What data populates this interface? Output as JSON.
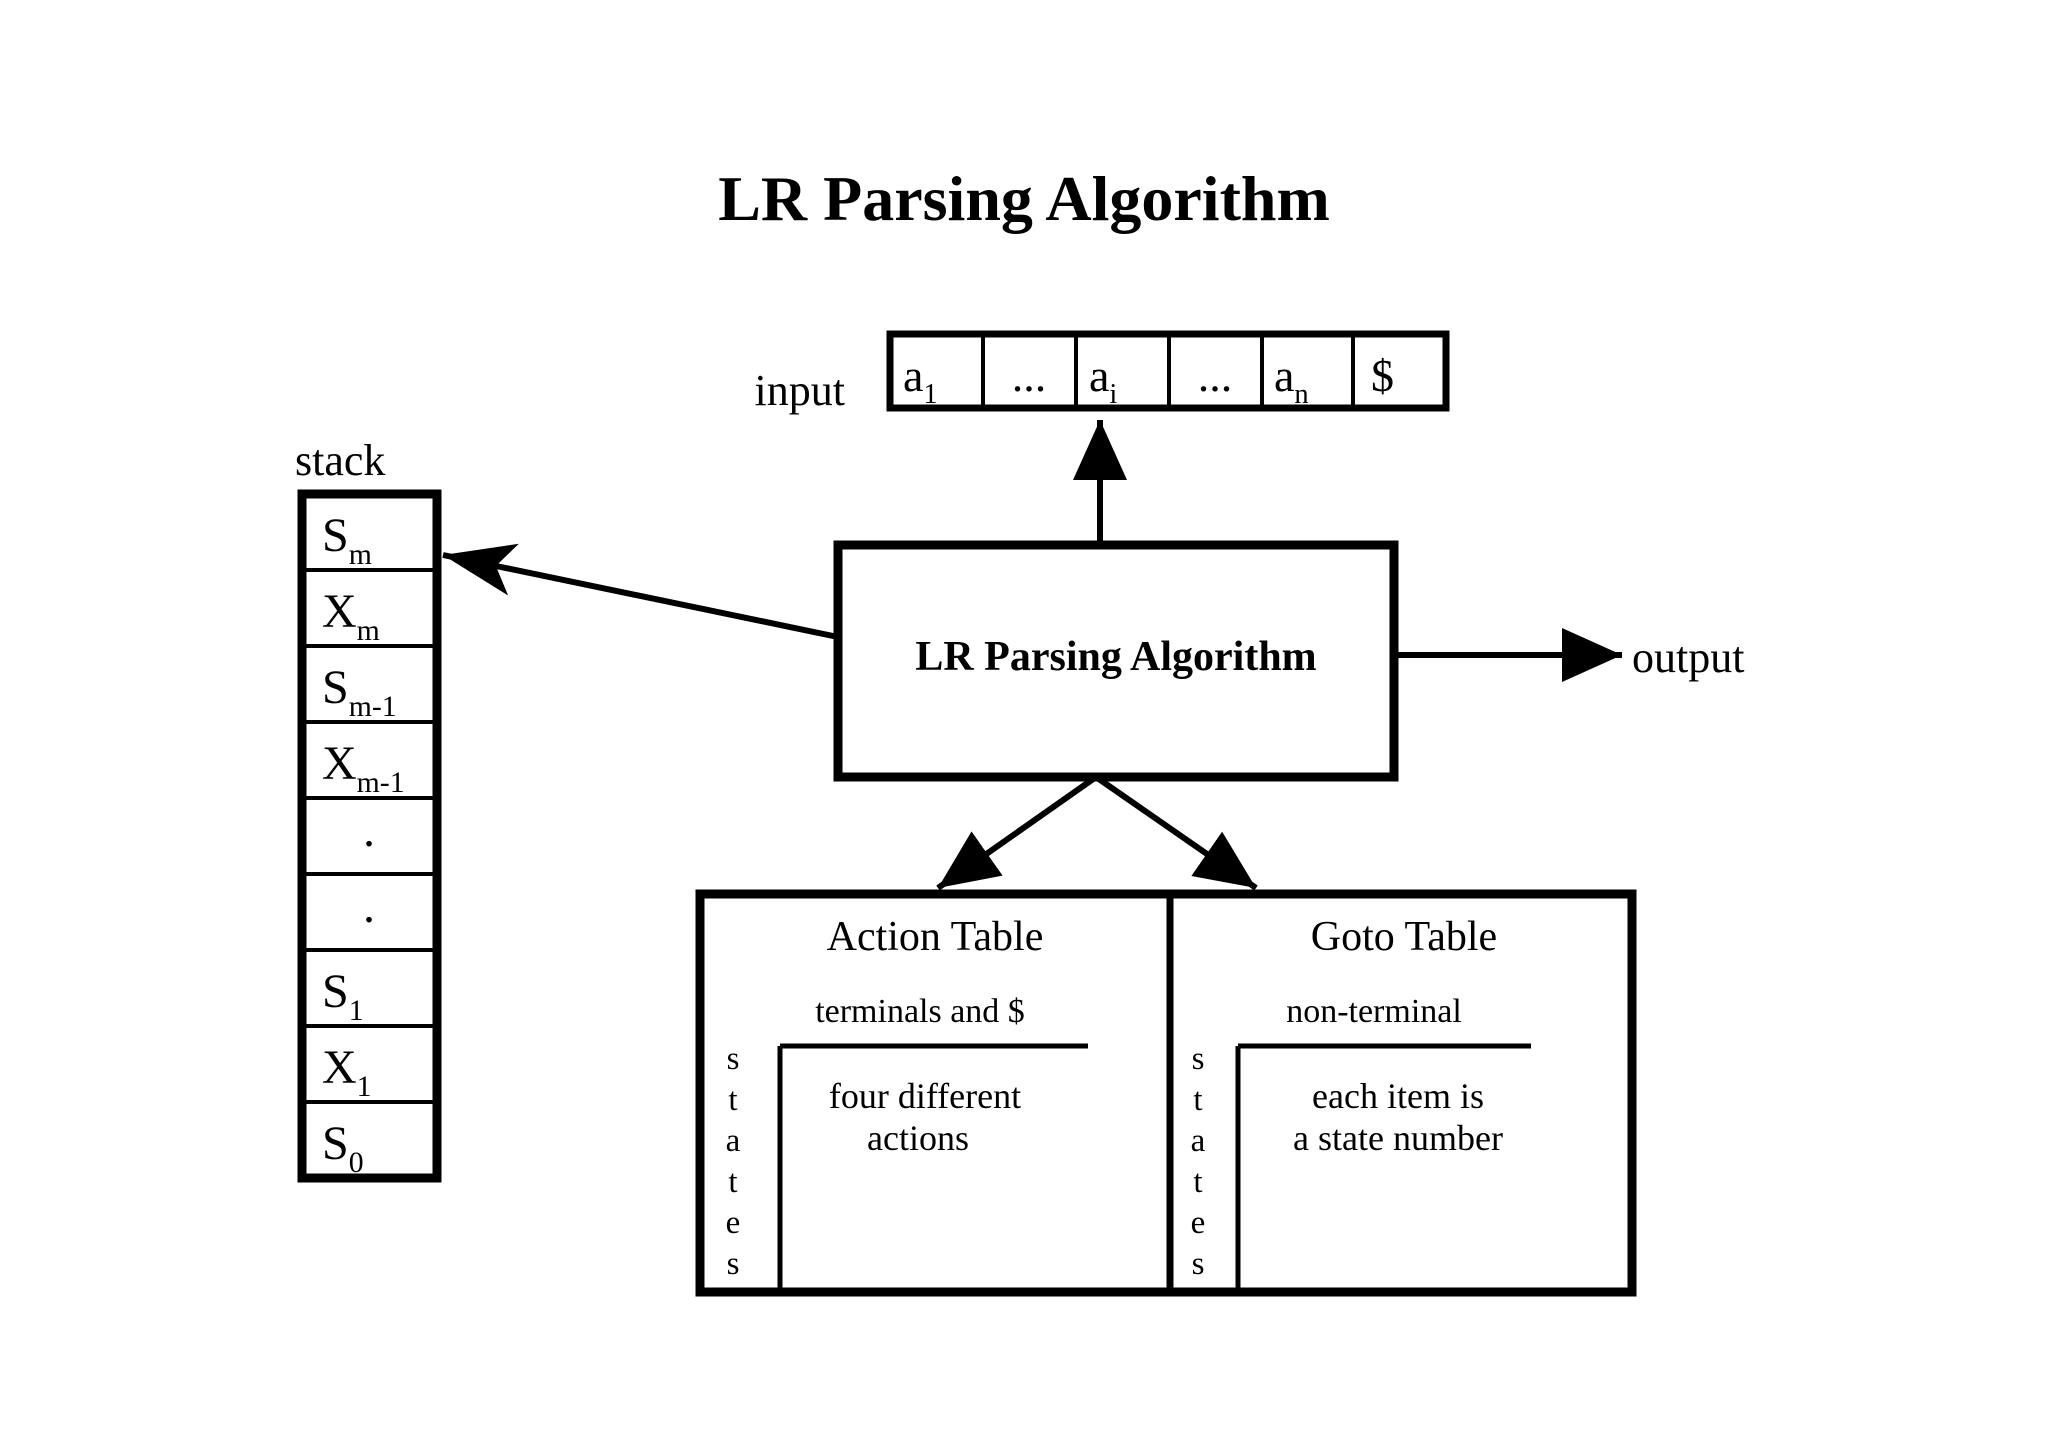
{
  "page": {
    "title": "LR Parsing Algorithm",
    "background_color": "#ffffff",
    "ink_color": "#000000"
  },
  "input_section": {
    "label": "input",
    "cells": [
      {
        "base": "a",
        "subscript": "1"
      },
      {
        "base": "...",
        "subscript": ""
      },
      {
        "base": "a",
        "subscript": "i"
      },
      {
        "base": "...",
        "subscript": ""
      },
      {
        "base": "a",
        "subscript": "n"
      },
      {
        "base": "$",
        "subscript": ""
      }
    ]
  },
  "stack_section": {
    "label": "stack",
    "cells": [
      {
        "base": "S",
        "subscript": "m"
      },
      {
        "base": "X",
        "subscript": "m"
      },
      {
        "base": "S",
        "subscript": "m-1"
      },
      {
        "base": "X",
        "subscript": "m-1"
      },
      {
        "base": ".",
        "subscript": ""
      },
      {
        "base": ".",
        "subscript": ""
      },
      {
        "base": "S",
        "subscript": "1"
      },
      {
        "base": "X",
        "subscript": "1"
      },
      {
        "base": "S",
        "subscript": "0"
      }
    ]
  },
  "engine": {
    "label": "LR Parsing Algorithm"
  },
  "output_section": {
    "label": "output"
  },
  "tables": {
    "action_table": {
      "title": "Action Table",
      "column_header": "terminals and $",
      "row_header": "states",
      "row_header_letters": [
        "s",
        "t",
        "a",
        "t",
        "e",
        "s"
      ],
      "body_lines": [
        "four different",
        "actions"
      ]
    },
    "goto_table": {
      "title": "Goto Table",
      "column_header": "non-terminal",
      "row_header": "states",
      "row_header_letters": [
        "s",
        "t",
        "a",
        "t",
        "e",
        "s"
      ],
      "body_lines": [
        "each item is",
        "a state number"
      ]
    }
  }
}
